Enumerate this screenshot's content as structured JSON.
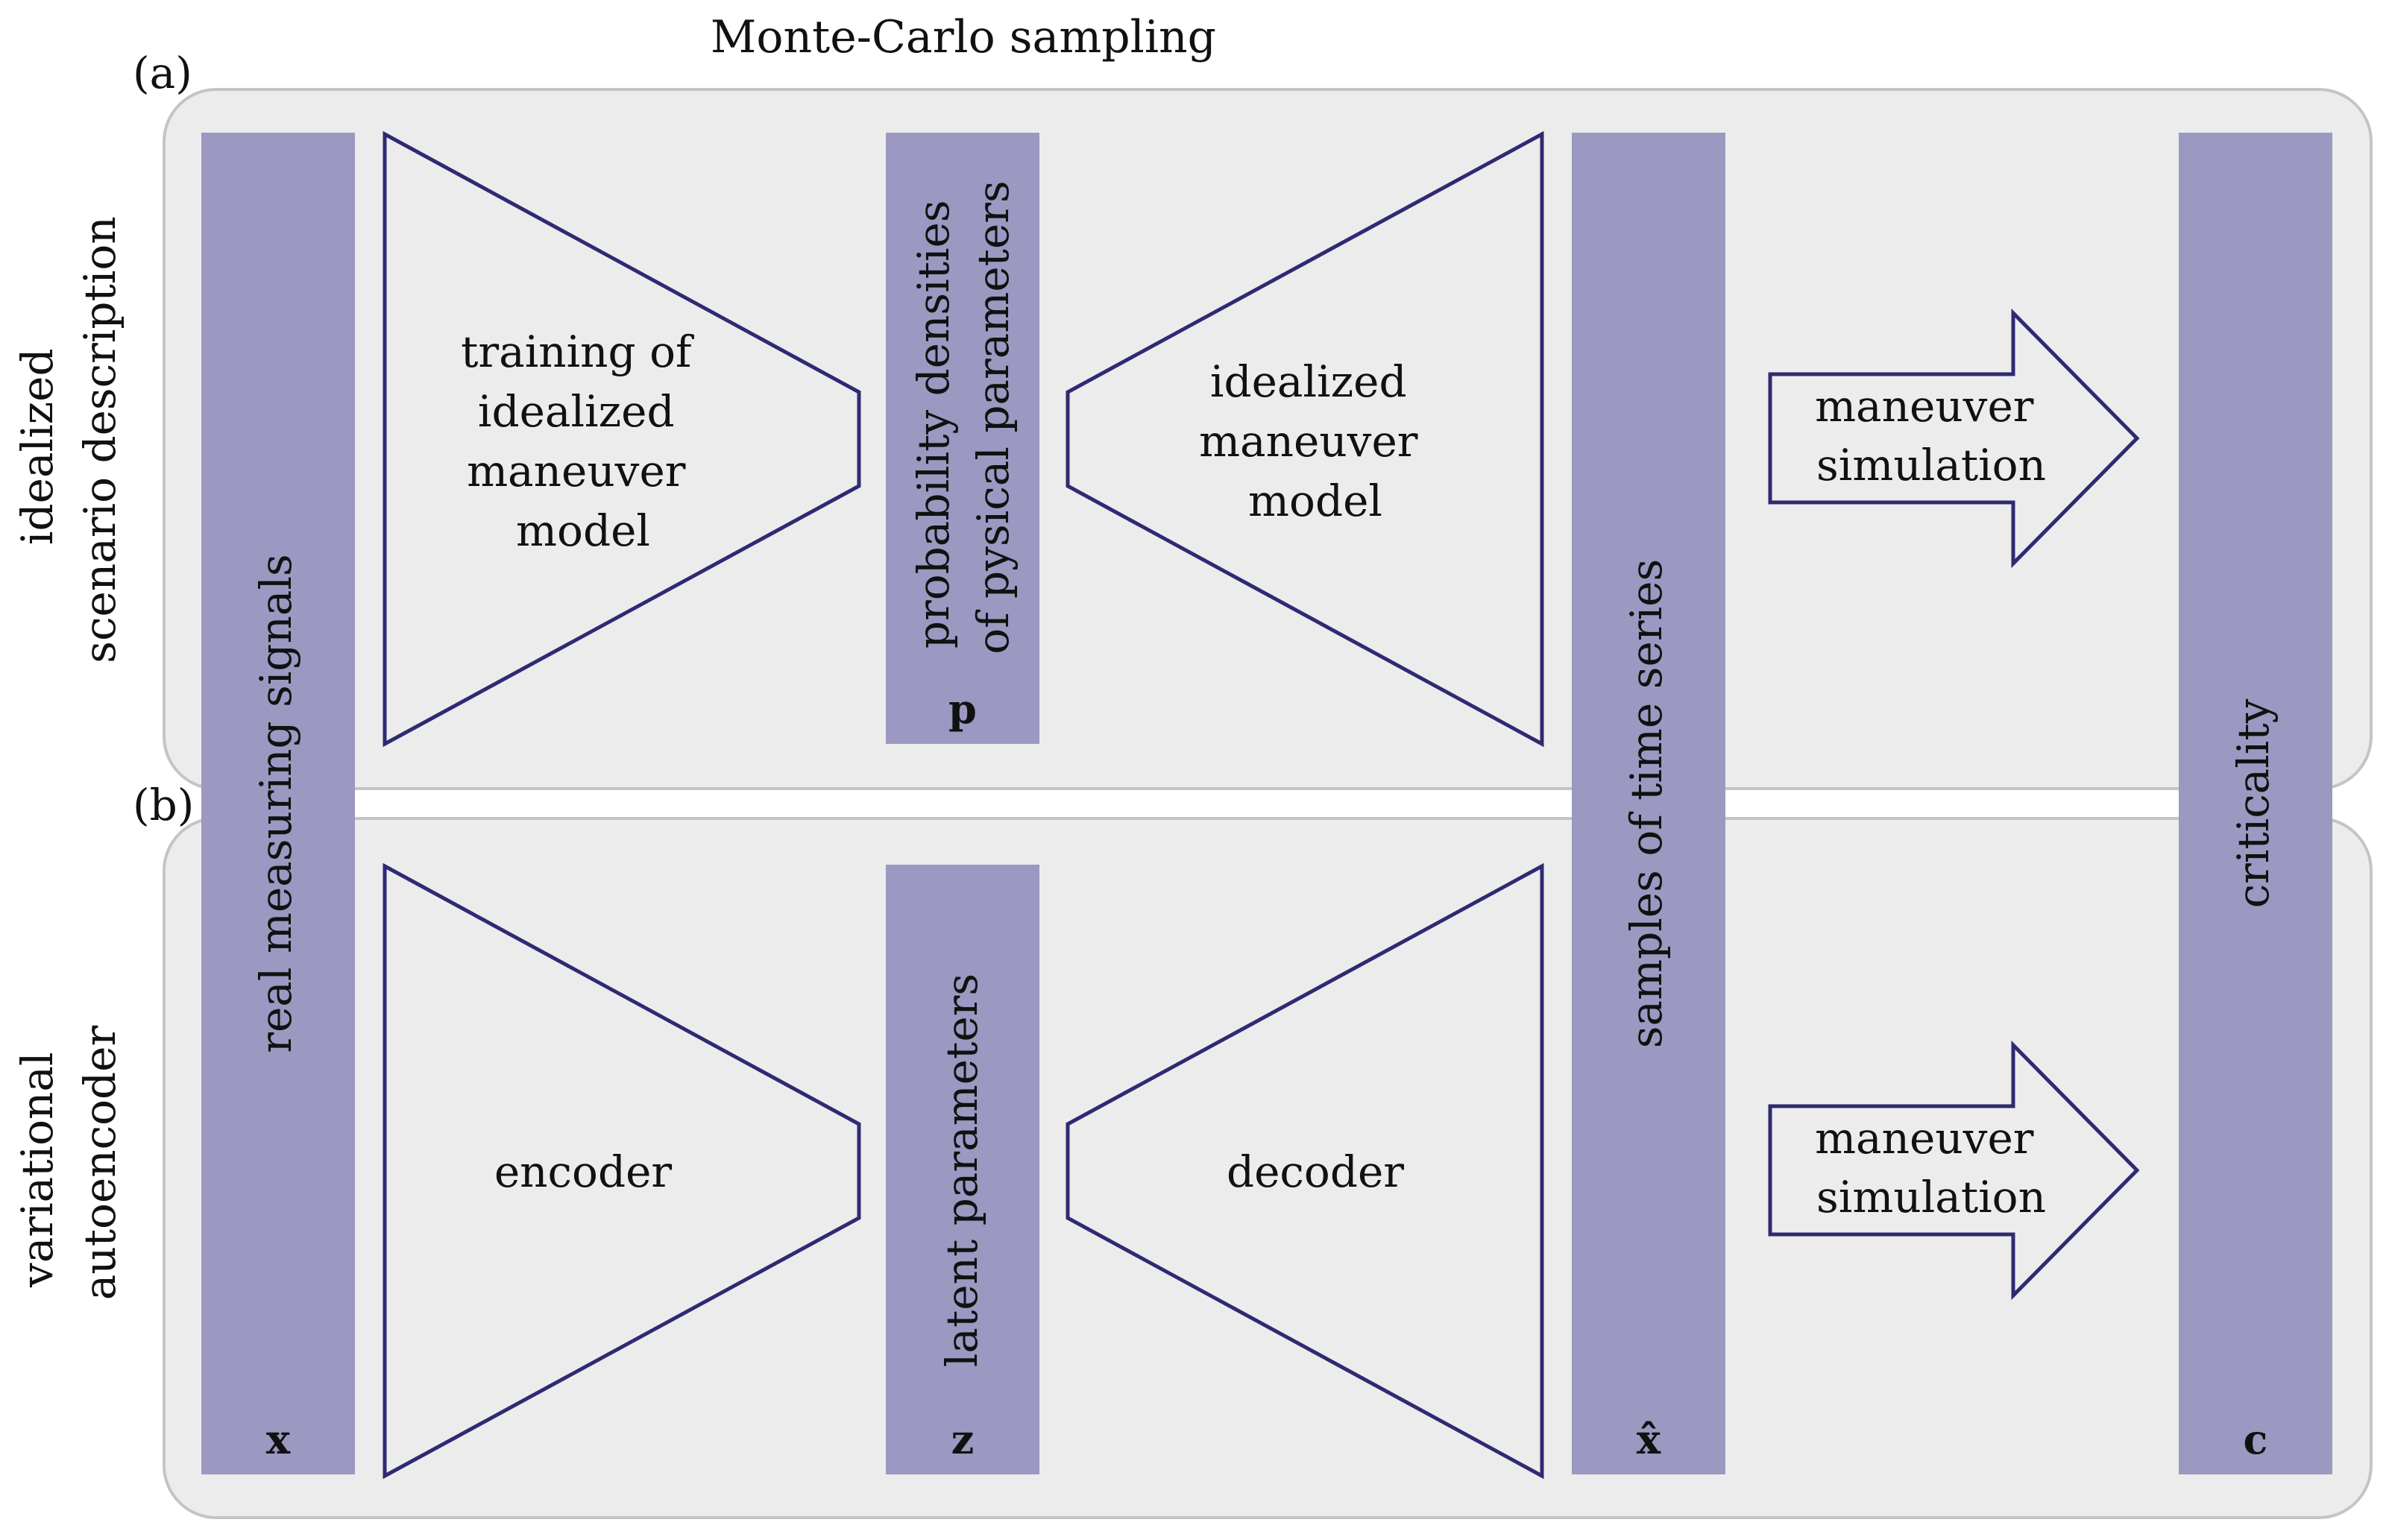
{
  "title": "Monte-Carlo sampling",
  "panel_a": {
    "label": "(a)",
    "side_label": [
      "idealized",
      "scenario description"
    ],
    "trap1": [
      "training of",
      "idealized",
      "maneuver",
      "model"
    ],
    "mid_bar": [
      "probability densities",
      "of pysical parameters"
    ],
    "mid_symbol": "p",
    "trap2": [
      "idealized",
      "maneuver",
      "model"
    ],
    "arrow": [
      "maneuver",
      "simulation"
    ]
  },
  "panel_b": {
    "label": "(b)",
    "side_label": [
      "variational",
      "autoencoder"
    ],
    "trap1": [
      "encoder"
    ],
    "mid_bar": [
      "latent parameters"
    ],
    "mid_symbol": "z",
    "trap2": [
      "decoder"
    ],
    "arrow": [
      "maneuver",
      "simulation"
    ]
  },
  "shared_bars": {
    "input": {
      "label": "real measuring signals",
      "symbol": "x"
    },
    "output": {
      "label": "samples of time series",
      "symbol": "x̂"
    },
    "criticality": {
      "label": "criticality",
      "symbol": "c"
    }
  },
  "colors": {
    "bar": "#9b98c1",
    "outline": "#2e2a72",
    "panel": "#ececec"
  }
}
